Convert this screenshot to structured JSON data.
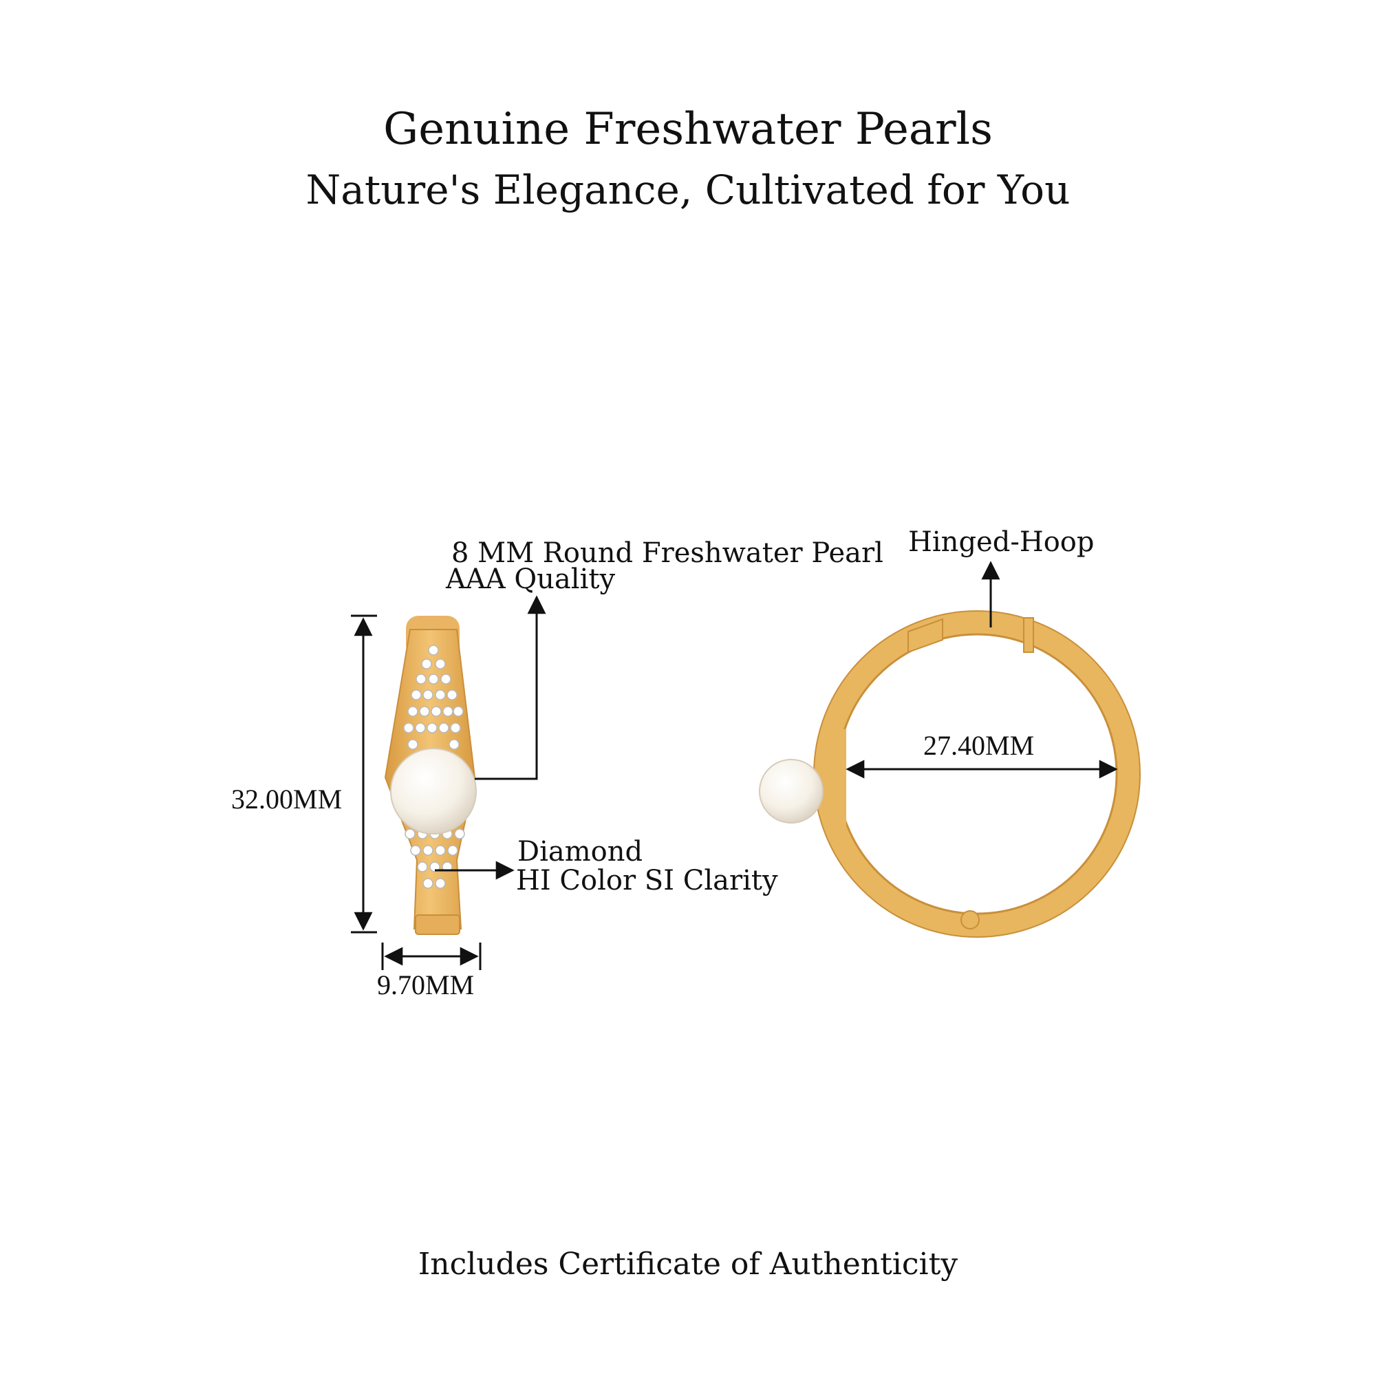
{
  "header": {
    "title": "Genuine Freshwater Pearls",
    "subtitle": "Nature's Elegance, Cultivated for You"
  },
  "callouts": {
    "pearl_line1": "8 MM Round Freshwater Pearl",
    "pearl_line2": "AAA Quality",
    "diamond_line1": "Diamond",
    "diamond_line2": "HI Color SI Clarity",
    "hoop_label": "Hinged-Hoop"
  },
  "dimensions": {
    "height": "32.00MM",
    "width": "9.70MM",
    "diameter": "27.40MM"
  },
  "footer": {
    "note": "Includes Certificate of Authenticity"
  },
  "colors": {
    "gold": "#E8B65E",
    "gold_dark": "#C98F3A",
    "pearl": "#F6F1E7"
  }
}
